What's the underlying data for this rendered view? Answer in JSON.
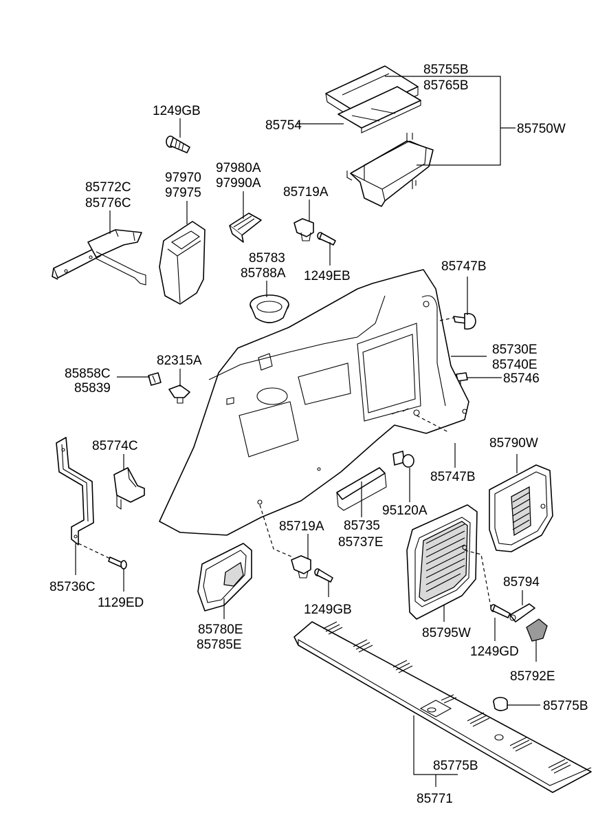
{
  "labels": {
    "l_85755b": "85755B",
    "l_85765b": "85765B",
    "l_85754": "85754",
    "l_85750w": "85750W",
    "l_1249gb_top": "1249GB",
    "l_97980a": "97980A",
    "l_97990a": "97990A",
    "l_97970": "97970",
    "l_97975": "97975",
    "l_85772c": "85772C",
    "l_85776c": "85776C",
    "l_85719a_top": "85719A",
    "l_85783": "85783",
    "l_85788a": "85788A",
    "l_1249eb": "1249EB",
    "l_85747b_top": "85747B",
    "l_85730e": "85730E",
    "l_85740e": "85740E",
    "l_85746": "85746",
    "l_82315a": "82315A",
    "l_85858c": "85858C",
    "l_85839": "85839",
    "l_85774c": "85774C",
    "l_85790w": "85790W",
    "l_85747b_bottom": "85747B",
    "l_95120a": "95120A",
    "l_85735": "85735",
    "l_85737e": "85737E",
    "l_85719a_bottom": "85719A",
    "l_85736c": "85736C",
    "l_1129ed": "1129ED",
    "l_1249gb_bottom": "1249GB",
    "l_85780e": "85780E",
    "l_85785e": "85785E",
    "l_85794": "85794",
    "l_85795w": "85795W",
    "l_1249gd": "1249GD",
    "l_85792e": "85792E",
    "l_85775b_right": "85775B",
    "l_85775b_bottom": "85775B",
    "l_85771": "85771"
  },
  "colors": {
    "line": "#000000",
    "background": "#ffffff",
    "shade": "#d9d9d9"
  }
}
